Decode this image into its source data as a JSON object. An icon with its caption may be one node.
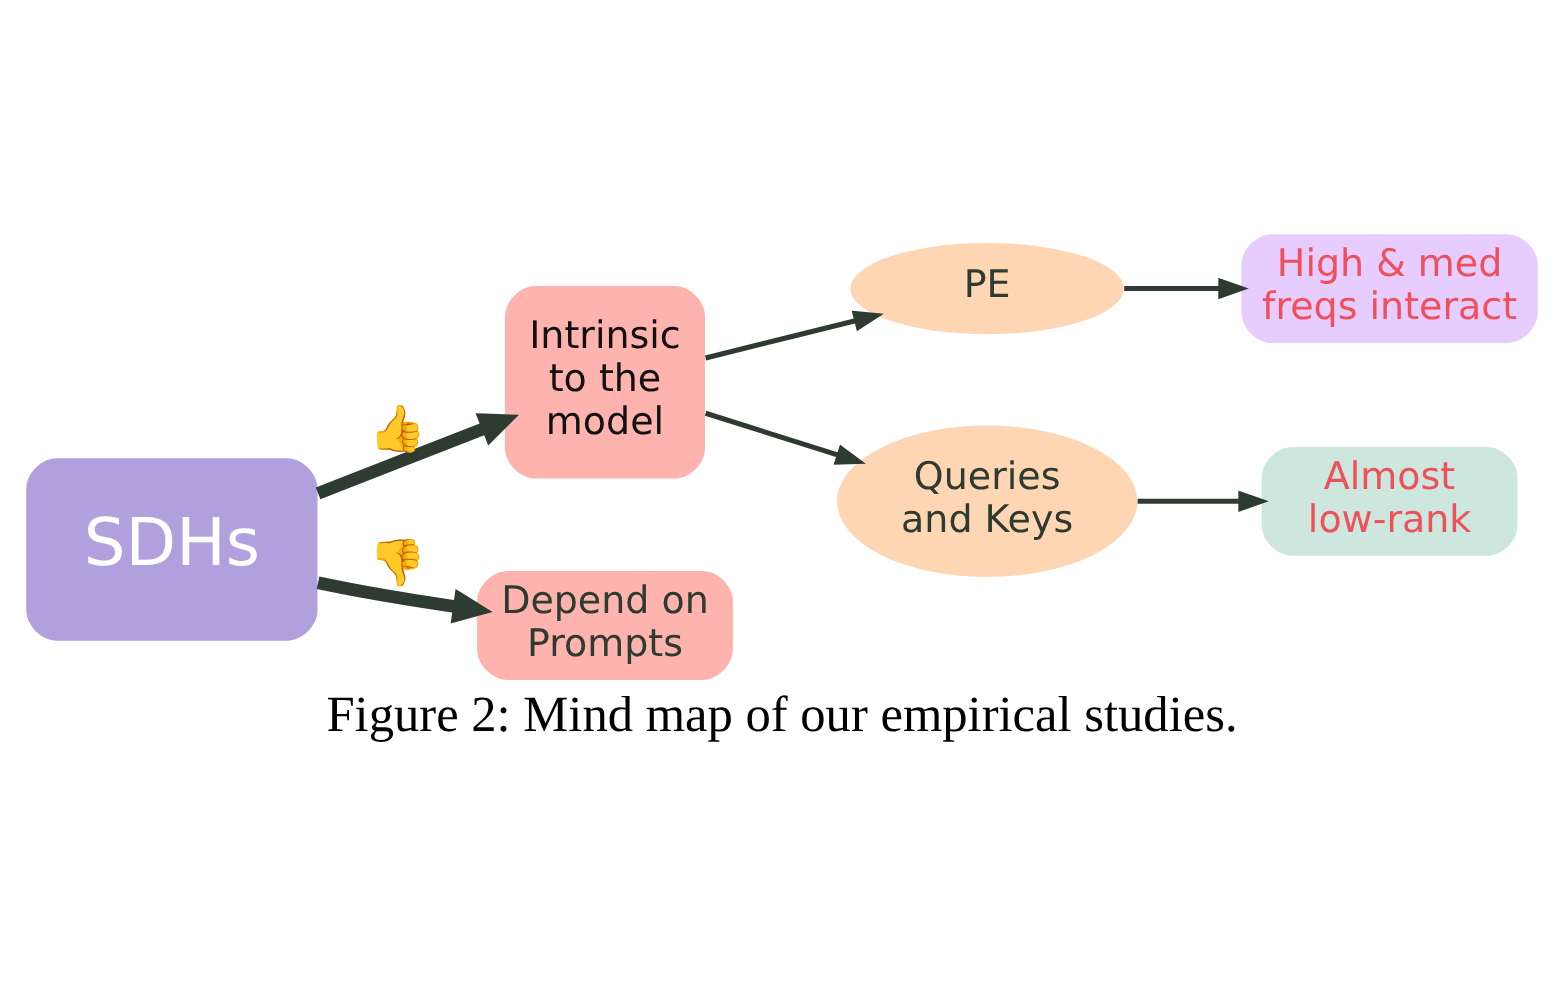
{
  "diagram": {
    "caption": "Figure 2: Mind map of our empirical studies.",
    "nodes": [
      {
        "text": [
          "SDHs"
        ]
      },
      {
        "text": [
          "Intrinsic to the model"
        ]
      },
      {
        "text": [
          "Depend on Prompts"
        ]
      },
      {
        "text": [
          "PE"
        ]
      },
      {
        "text": [
          "Queries and Keys"
        ]
      },
      {
        "text": [
          "High & med freqs interact"
        ]
      },
      {
        "text": [
          "Almost low-rank"
        ]
      }
    ],
    "edges": [
      {
        "from": 0,
        "to": 1,
        "arrow": "to",
        "style": "thick",
        "label": "👍"
      },
      {
        "from": 0,
        "to": 2,
        "arrow": "to",
        "style": "thick",
        "label": "👎"
      },
      {
        "from": 1,
        "to": 3,
        "arrow": "to"
      },
      {
        "from": 1,
        "to": 4,
        "arrow": "to"
      },
      {
        "from": 3,
        "to": 5,
        "arrow": "to"
      },
      {
        "from": 4,
        "to": 6,
        "arrow": "to"
      }
    ]
  }
}
